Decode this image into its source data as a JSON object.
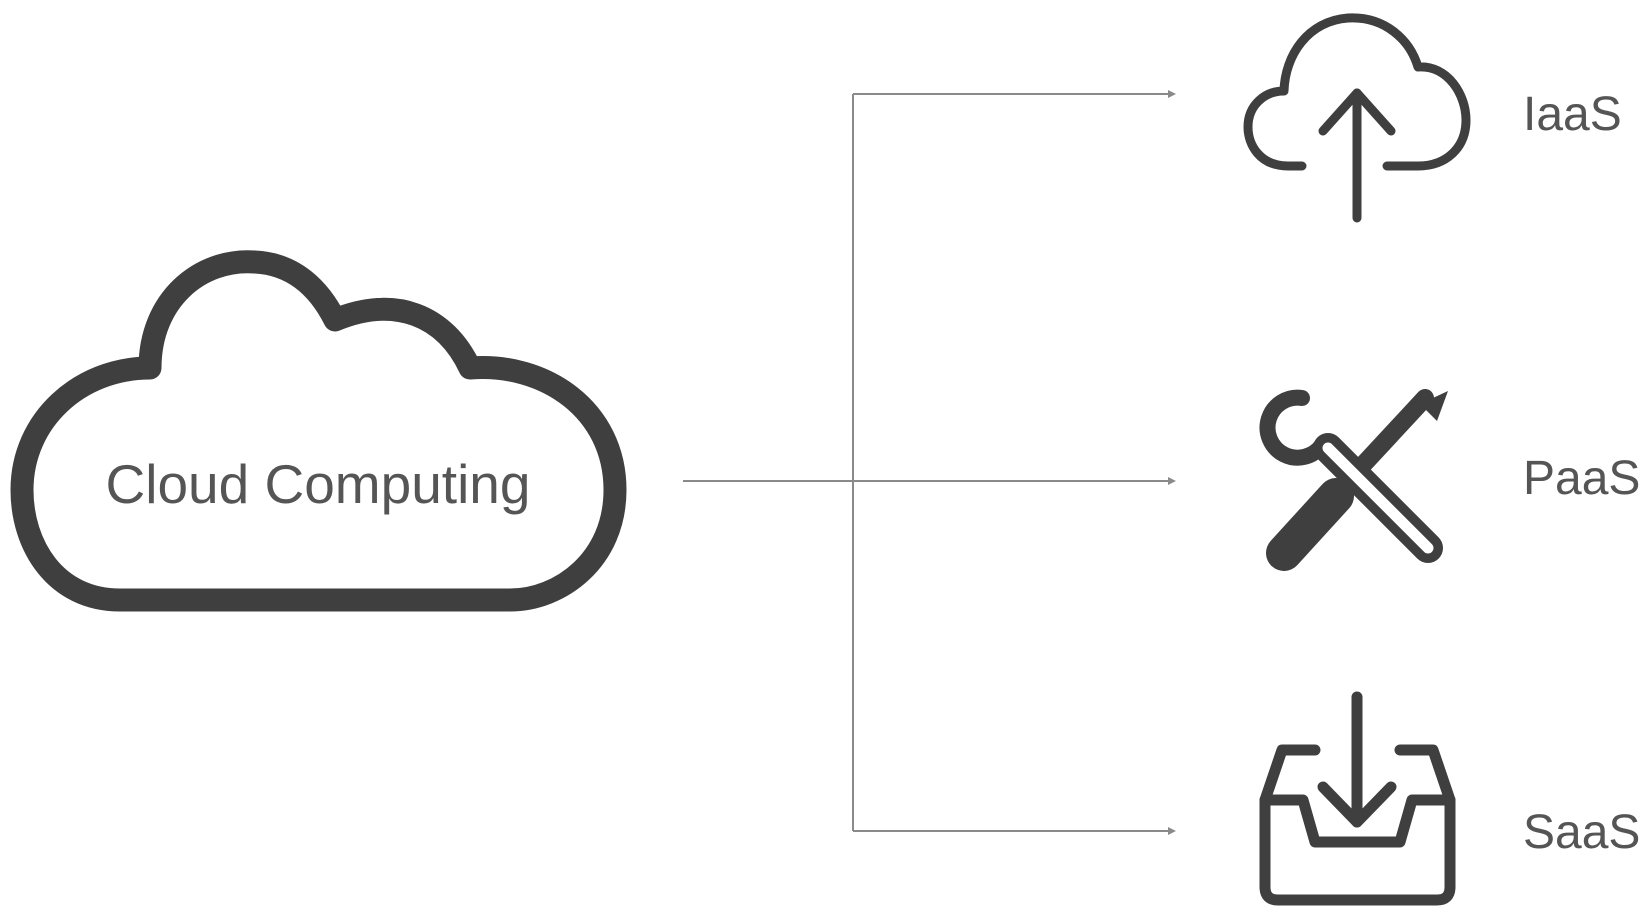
{
  "diagram": {
    "root": {
      "label": "Cloud Computing",
      "icon": "cloud-outline-icon"
    },
    "services": [
      {
        "label": "IaaS",
        "icon": "cloud-upload-icon"
      },
      {
        "label": "PaaS",
        "icon": "wrench-screwdriver-icon"
      },
      {
        "label": "SaaS",
        "icon": "inbox-download-icon"
      }
    ],
    "colors": {
      "stroke": "#3f3f3f",
      "text": "#555555",
      "connector": "#8a8a8a"
    }
  }
}
